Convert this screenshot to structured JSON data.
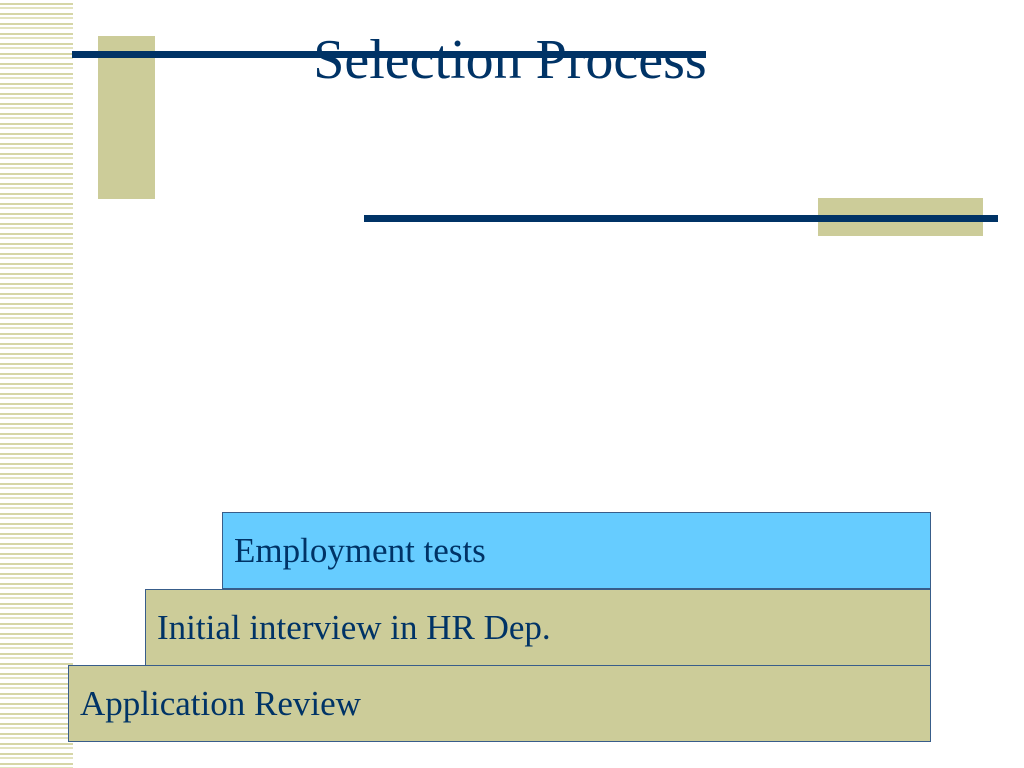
{
  "slide": {
    "title": "Selection Process",
    "steps": [
      {
        "label": "Application Review",
        "fill": "#cccc99"
      },
      {
        "label": "Initial interview in HR Dep.",
        "fill": "#cccc99"
      },
      {
        "label": "Employment tests",
        "fill": "#66ccff"
      }
    ]
  },
  "colors": {
    "title": "#003366",
    "accent_line": "#003366",
    "accent_block": "#cccc99",
    "highlight_step": "#66ccff",
    "background": "#ffffff"
  }
}
